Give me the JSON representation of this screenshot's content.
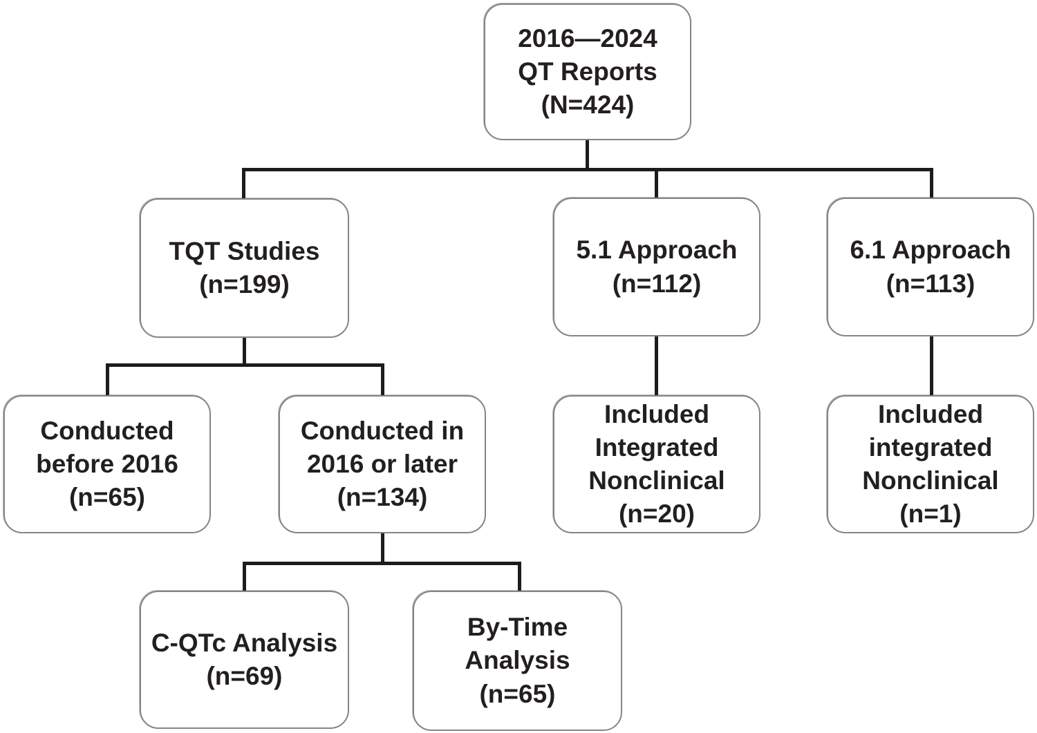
{
  "diagram_type": "study-flowchart",
  "colors": {
    "background": "#ffffff",
    "box_border": "#858585",
    "connector": "#1c1c1c",
    "text": "#231f20"
  },
  "nodes": {
    "root": {
      "lines": [
        "2016—2024",
        "QT Reports",
        "(N=424)"
      ]
    },
    "tqt": {
      "lines": [
        "TQT Studies",
        "(n=199)"
      ]
    },
    "approach51": {
      "lines": [
        "5.1 Approach",
        "(n=112)"
      ]
    },
    "approach61": {
      "lines": [
        "6.1 Approach",
        "(n=113)"
      ]
    },
    "before2016": {
      "lines": [
        "Conducted",
        "before 2016",
        "(n=65)"
      ]
    },
    "later2016": {
      "lines": [
        "Conducted in",
        "2016 or later",
        "(n=134)"
      ]
    },
    "nonclinical51": {
      "lines": [
        "Included",
        "Integrated",
        "Nonclinical",
        "(n=20)"
      ]
    },
    "nonclinical61": {
      "lines": [
        "Included",
        "integrated",
        "Nonclinical",
        "(n=1)"
      ]
    },
    "cqtc": {
      "lines": [
        "C-QTc Analysis",
        "(n=69)"
      ]
    },
    "bytime": {
      "lines": [
        "By-Time",
        "Analysis",
        "(n=65)"
      ]
    }
  },
  "edges": [
    {
      "from": "root",
      "to": "tqt"
    },
    {
      "from": "root",
      "to": "approach51"
    },
    {
      "from": "root",
      "to": "approach61"
    },
    {
      "from": "tqt",
      "to": "before2016"
    },
    {
      "from": "tqt",
      "to": "later2016"
    },
    {
      "from": "approach51",
      "to": "nonclinical51"
    },
    {
      "from": "approach61",
      "to": "nonclinical61"
    },
    {
      "from": "later2016",
      "to": "cqtc"
    },
    {
      "from": "later2016",
      "to": "bytime"
    }
  ]
}
